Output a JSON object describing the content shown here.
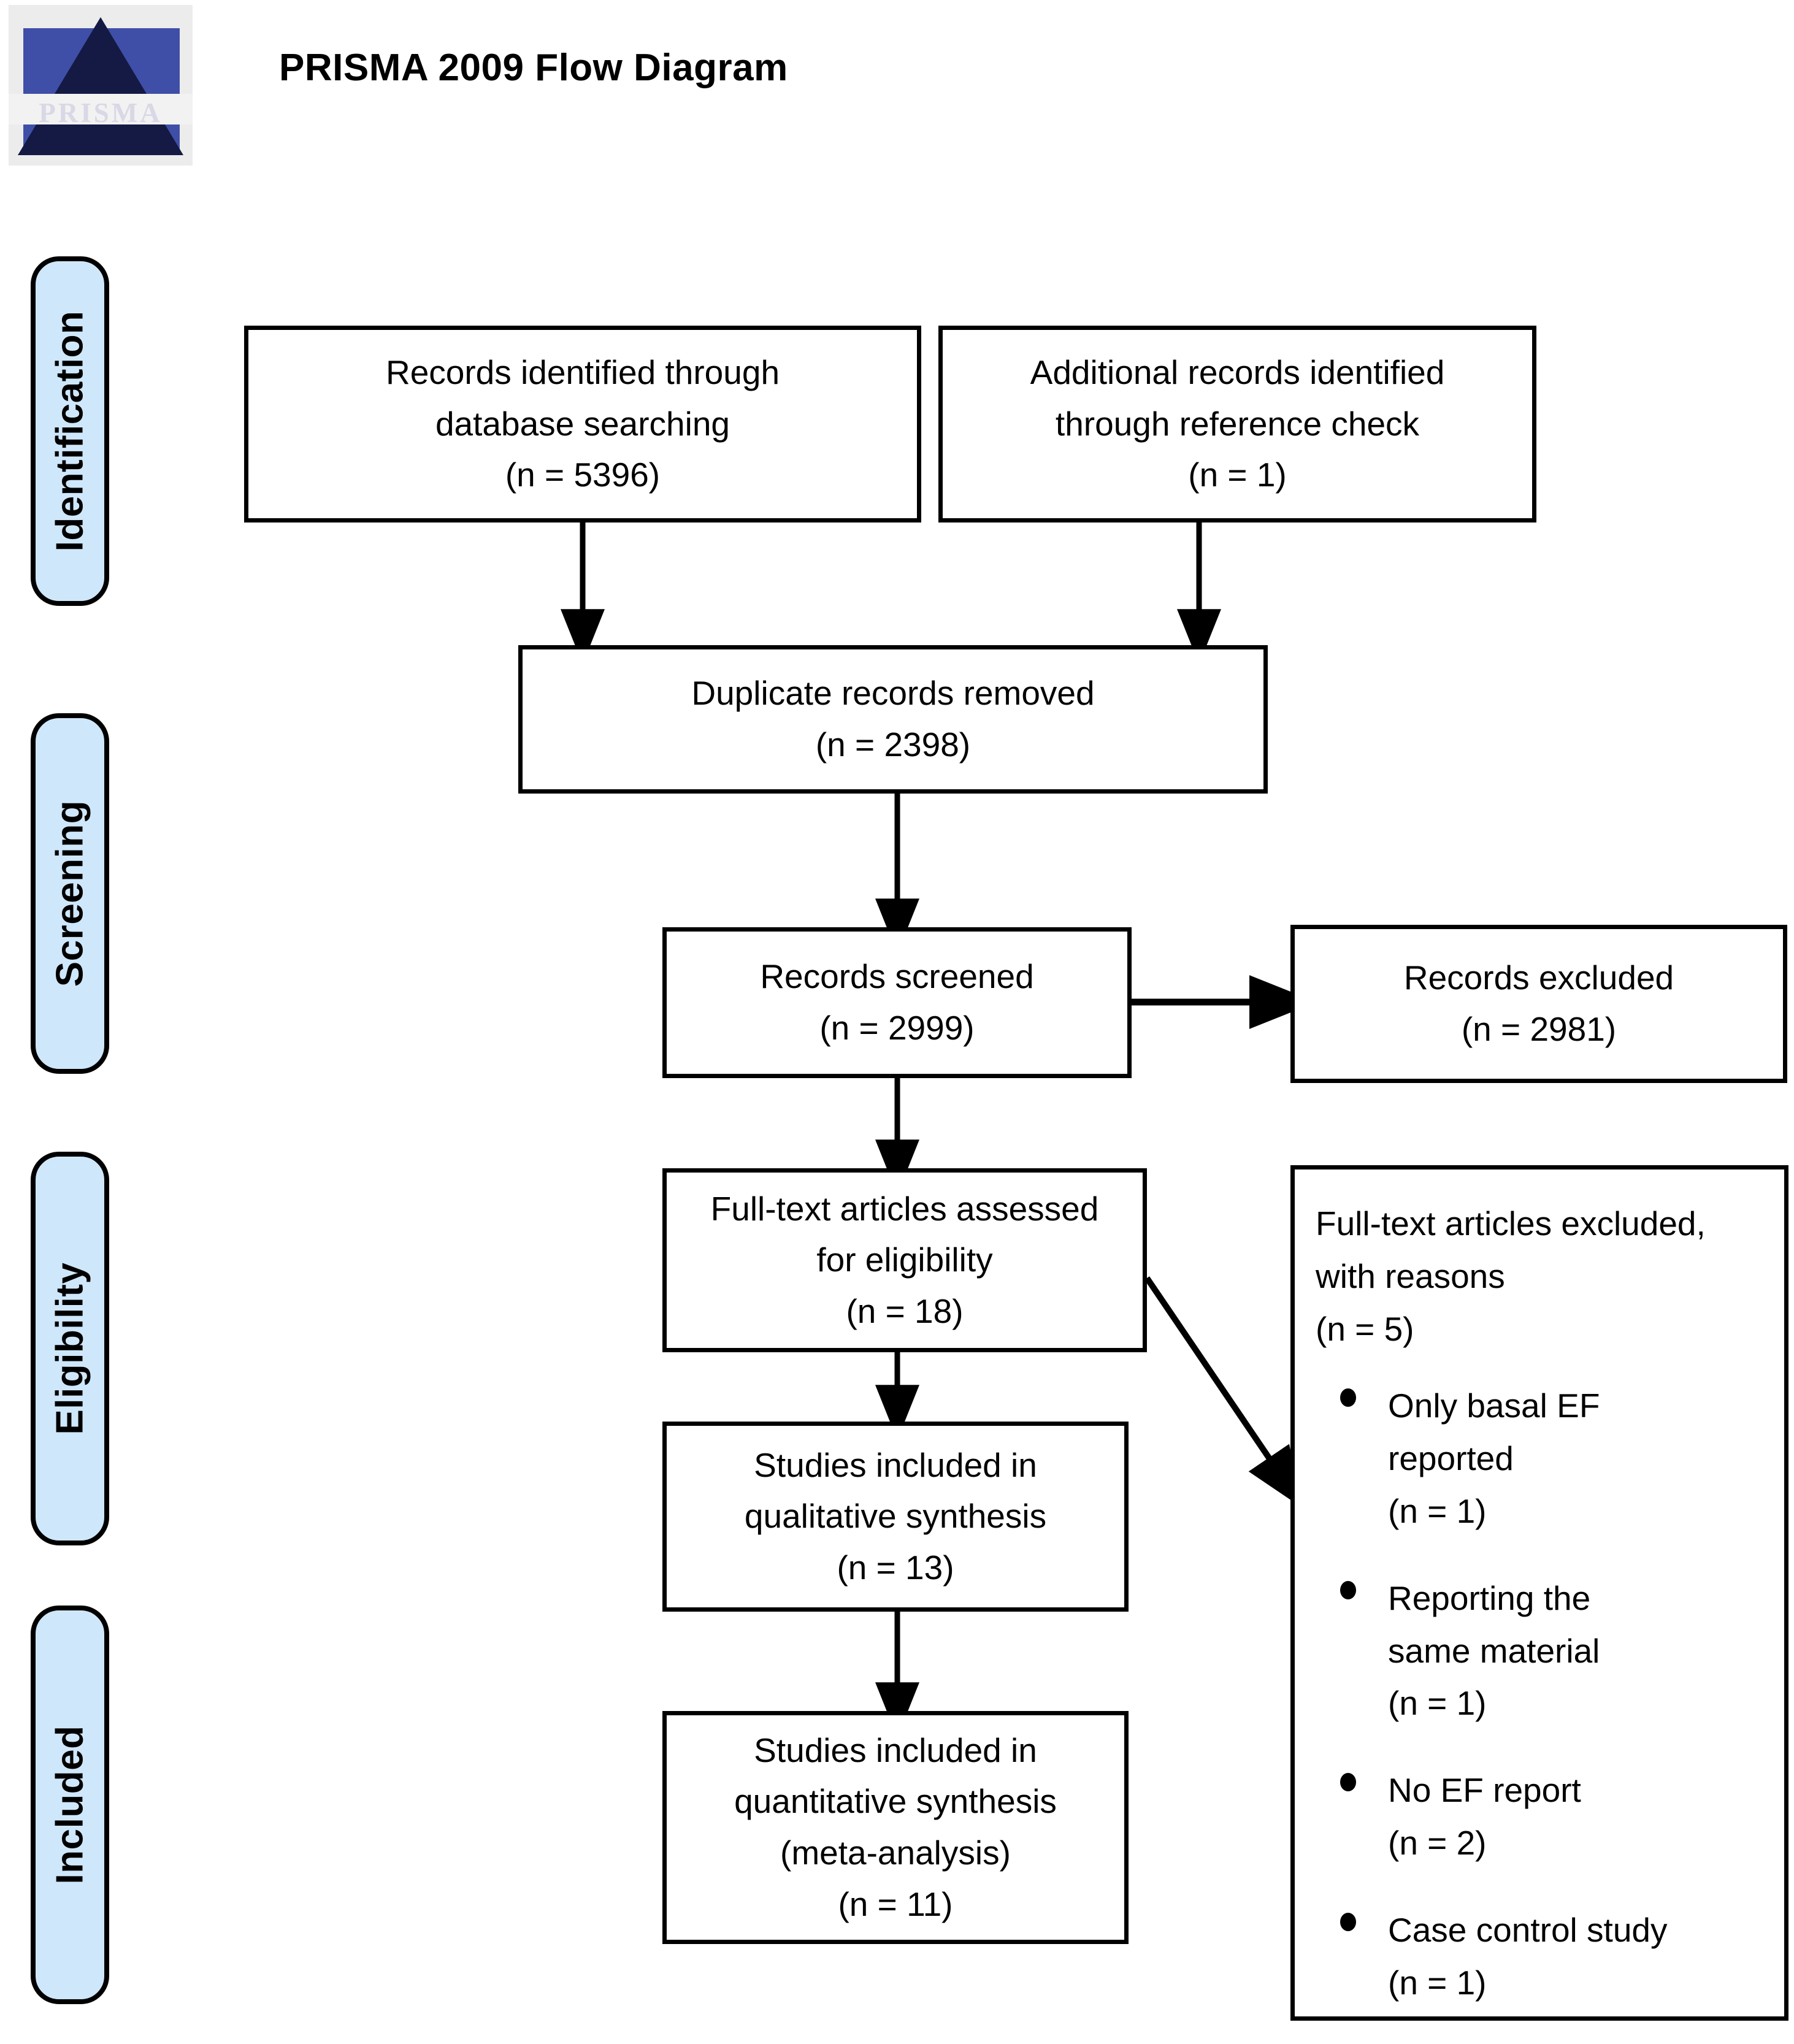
{
  "header": {
    "title": "PRISMA 2009 Flow Diagram",
    "logo_word": "PRISMA"
  },
  "stages": [
    {
      "id": "identification",
      "label": "Identification"
    },
    {
      "id": "screening",
      "label": "Screening"
    },
    {
      "id": "eligibility",
      "label": "Eligibility"
    },
    {
      "id": "included",
      "label": "Included"
    }
  ],
  "boxes": {
    "db_search": {
      "line1": "Records identified through",
      "line2": "database searching",
      "line3": "(n = 5396)"
    },
    "ref_check": {
      "line1": "Additional records identified",
      "line2": "through reference check",
      "line3": "(n = 1)"
    },
    "duplicates": {
      "line1": "Duplicate records removed",
      "line2": "(n = 2398)"
    },
    "screened": {
      "line1": "Records screened",
      "line2": "(n = 2999)"
    },
    "excluded": {
      "line1": "Records excluded",
      "line2": "(n = 2981)"
    },
    "fulltext": {
      "line1": "Full-text articles assessed",
      "line2": "for eligibility",
      "line3": "(n = 18)"
    },
    "qualitative": {
      "line1": "Studies included in",
      "line2": "qualitative synthesis",
      "line3": "(n = 13)"
    },
    "quantitative": {
      "line1": "Studies included in",
      "line2": "quantitative synthesis",
      "line3": "(meta-analysis)",
      "line4": "(n = 11)"
    }
  },
  "exclusion_panel": {
    "header_line1": "Full-text articles excluded,",
    "header_line2": "with                    reasons",
    "header_line3": "(n = 5)",
    "reasons": [
      {
        "text_line1": "Only        basal        EF",
        "text_line2": "reported",
        "count": "(n = 1)"
      },
      {
        "text_line1": "Reporting               the",
        "text_line2": "same material",
        "count": "(n = 1)"
      },
      {
        "text_line1": "No EF report",
        "text_line2": "",
        "count": "(n = 2)"
      },
      {
        "text_line1": "Case control study",
        "text_line2": "",
        "count": "(n = 1)"
      }
    ]
  },
  "colors": {
    "stage_fill": "#cfe7fa",
    "stroke": "#000000",
    "logo_blue": "#3f4fa8",
    "logo_dark": "#141a44"
  }
}
